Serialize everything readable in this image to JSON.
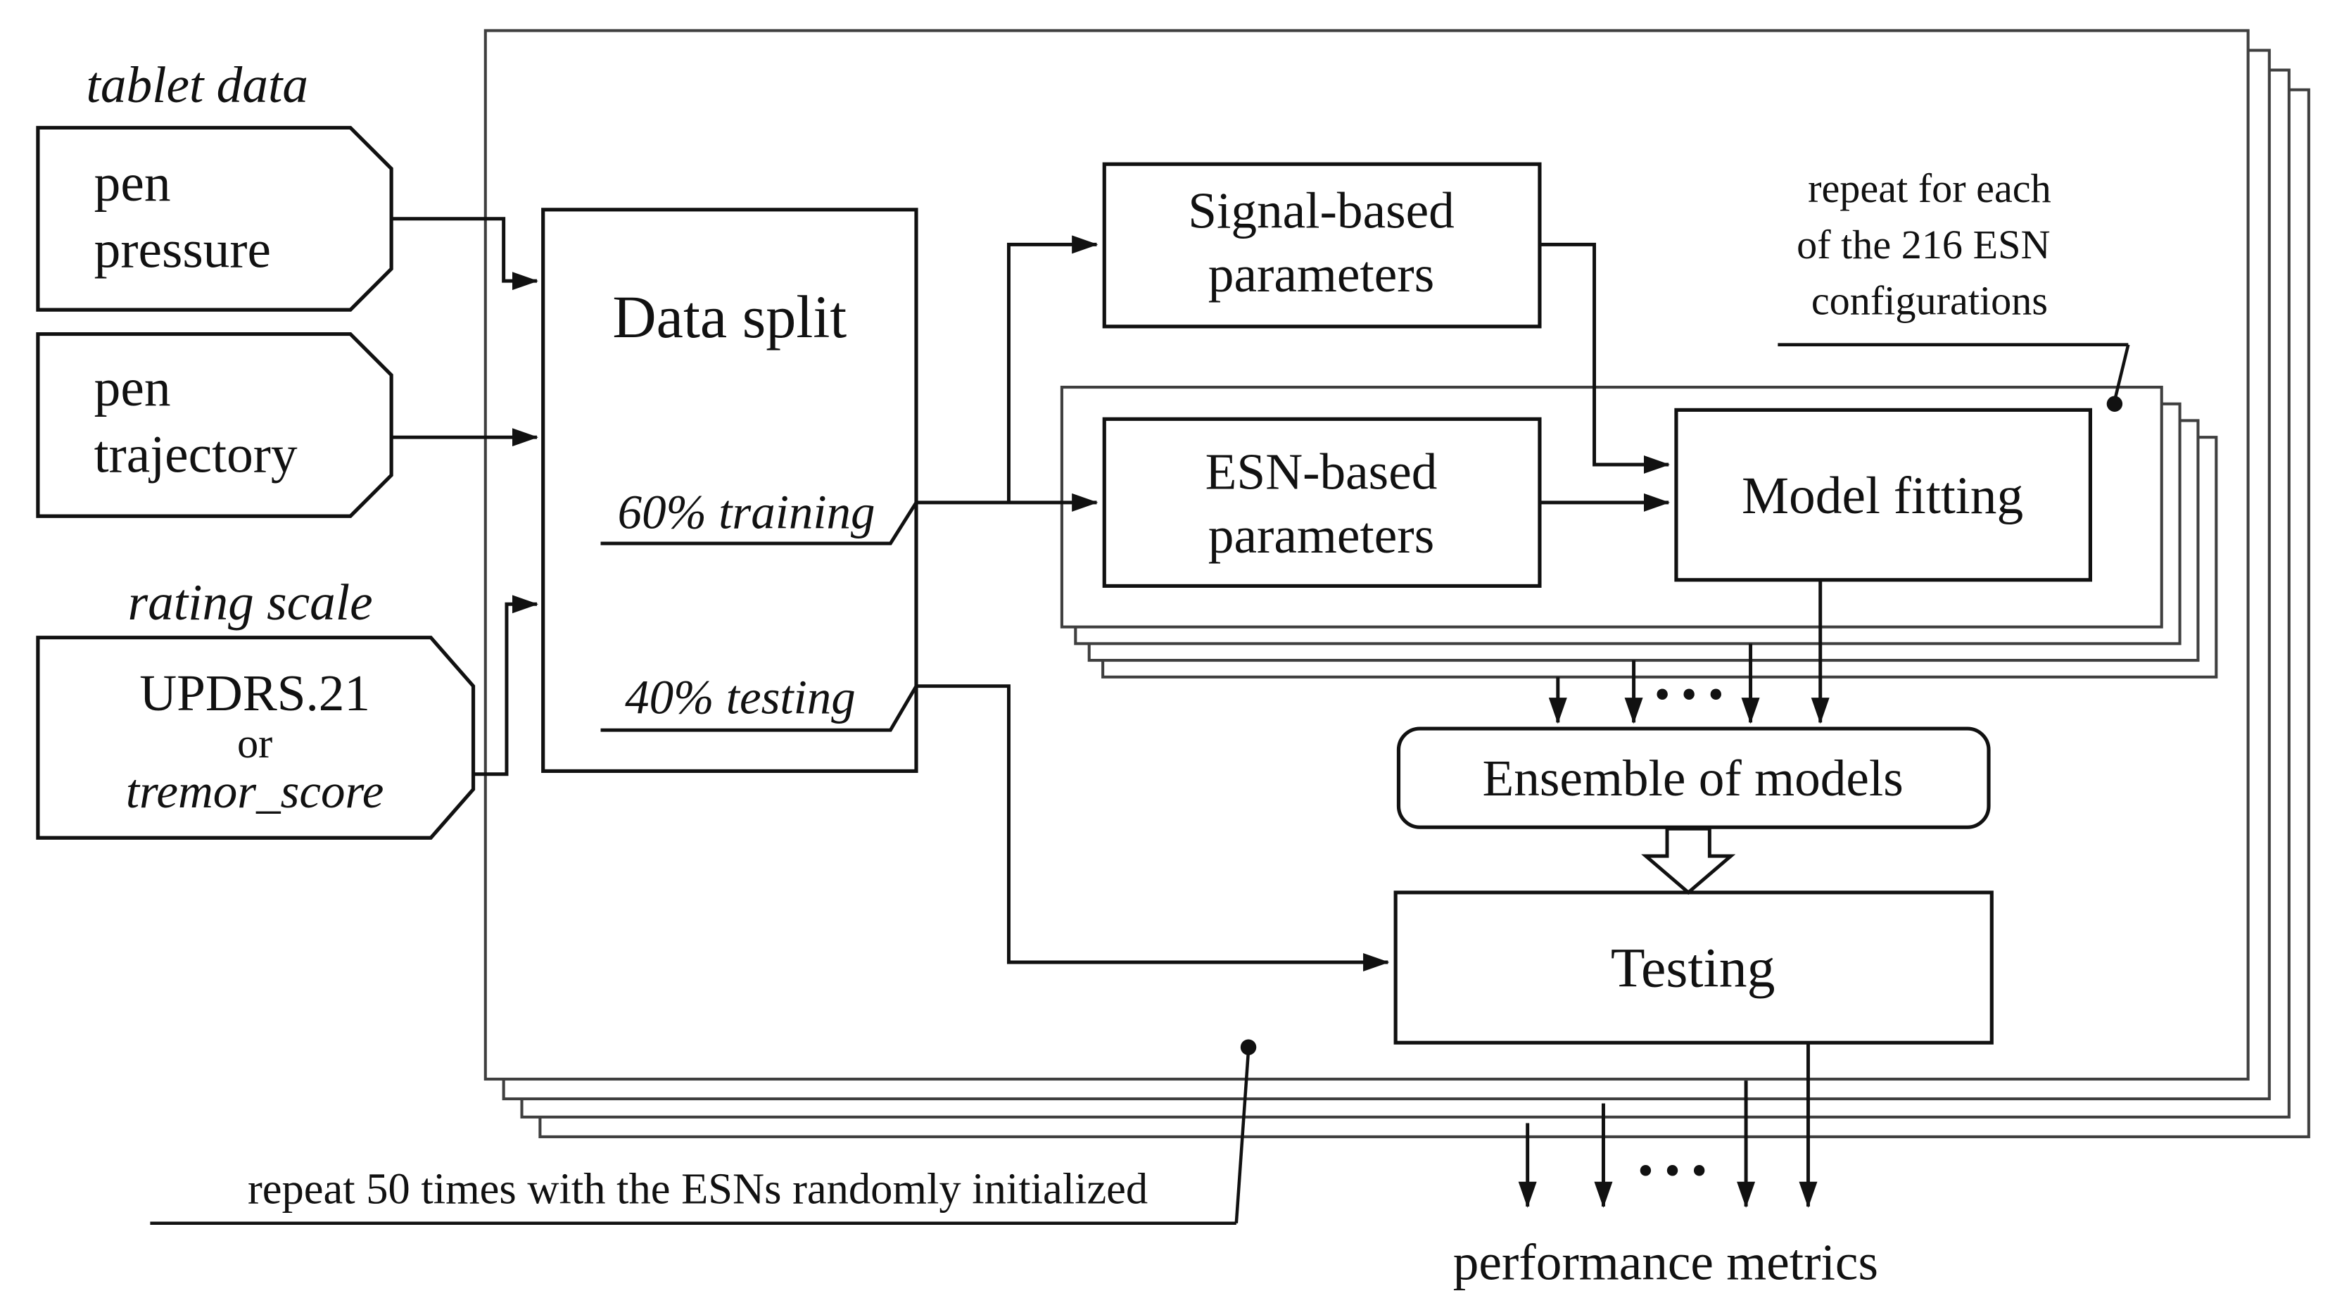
{
  "figure": {
    "background_color": "#ffffff",
    "ink_color": "#111111",
    "frame_color": "#3f3f3f"
  },
  "inputs": {
    "tablet_data_label": "tablet data",
    "pen_pressure": {
      "lines": [
        "pen",
        "pressure"
      ]
    },
    "pen_trajectory": {
      "lines": [
        "pen",
        "trajectory"
      ]
    },
    "rating_scale_label": "rating scale",
    "rating_node": {
      "lines": [
        "UPDRS.21",
        "or",
        "tremor_score"
      ]
    }
  },
  "pipeline": {
    "data_split": {
      "title": "Data split",
      "training_share": "60% training",
      "testing_share": "40% testing"
    },
    "signal_parameters": {
      "lines": [
        "Signal-based",
        "parameters"
      ]
    },
    "esn_parameters": {
      "lines": [
        "ESN-based",
        "parameters"
      ]
    },
    "model_fitting_label": "Model fitting",
    "ensemble_label": "Ensemble of models",
    "testing_label": "Testing"
  },
  "annotations": {
    "repeat_configurations": {
      "lines": [
        "repeat for each",
        "of the 216 ESN",
        "configurations"
      ]
    },
    "repeat_runs_label": "repeat 50 times with the ESNs randomly initialized",
    "ellipsis": "···"
  },
  "output": {
    "label": "performance metrics"
  }
}
